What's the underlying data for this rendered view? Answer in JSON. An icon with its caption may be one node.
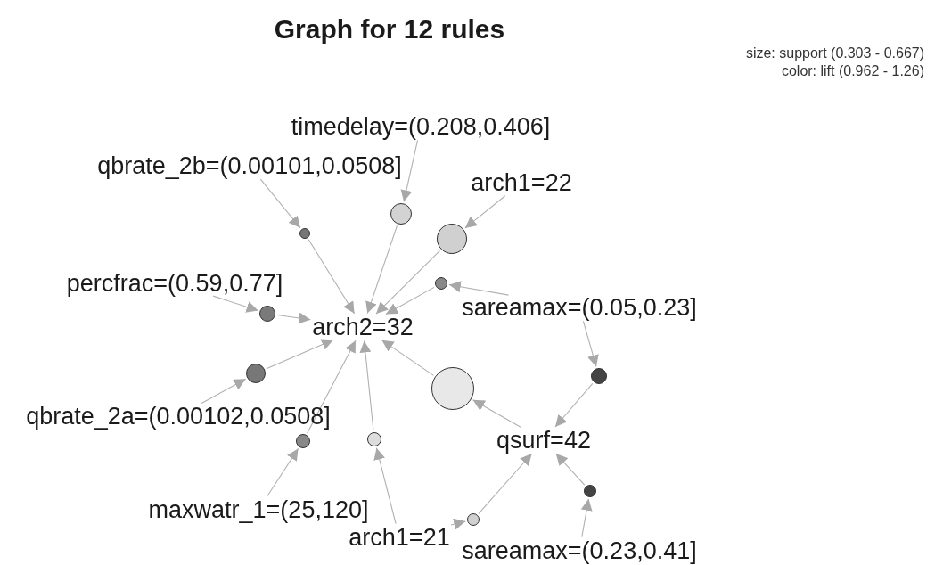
{
  "diagram": {
    "title": "Graph for 12 rules",
    "nodes": [
      {
        "text": [
          "timedelay=(0.208,0.406]"
        ]
      },
      {
        "text": [
          "qbrate_2b=(0.00101,0.0508]"
        ]
      },
      {
        "text": [
          "arch1=22"
        ]
      },
      {
        "text": [
          "percfrac=(0.59,0.77]"
        ]
      },
      {
        "text": [
          "sareamax=(0.05,0.23]"
        ]
      },
      {
        "text": [
          "arch2=32"
        ]
      },
      {
        "text": [
          "qbrate_2a=(0.00102,0.0508]"
        ]
      },
      {
        "text": [
          "qsurf=42"
        ]
      },
      {
        "text": [
          "maxwatr_1=(25,120]"
        ]
      },
      {
        "text": [
          "arch1=21"
        ]
      },
      {
        "text": [
          "sareamax=(0.23,0.41]"
        ]
      },
      {
        "text": [],
        "shape": "circle"
      },
      {
        "text": [],
        "shape": "circle"
      },
      {
        "text": [],
        "shape": "circle"
      },
      {
        "text": [],
        "shape": "circle"
      },
      {
        "text": [],
        "shape": "circle"
      },
      {
        "text": [],
        "shape": "circle"
      },
      {
        "text": [],
        "shape": "circle"
      },
      {
        "text": [],
        "shape": "circle"
      },
      {
        "text": [],
        "shape": "circle"
      },
      {
        "text": [],
        "shape": "circle"
      },
      {
        "text": [],
        "shape": "circle"
      },
      {
        "text": [],
        "shape": "circle"
      }
    ],
    "edges": [
      {
        "from": 0,
        "to": 11,
        "arrow": "to"
      },
      {
        "from": 11,
        "to": 5,
        "arrow": "to"
      },
      {
        "from": 1,
        "to": 12,
        "arrow": "to"
      },
      {
        "from": 12,
        "to": 5,
        "arrow": "to"
      },
      {
        "from": 2,
        "to": 13,
        "arrow": "to"
      },
      {
        "from": 13,
        "to": 5,
        "arrow": "to"
      },
      {
        "from": 3,
        "to": 14,
        "arrow": "to"
      },
      {
        "from": 14,
        "to": 5,
        "arrow": "to"
      },
      {
        "from": 4,
        "to": 15,
        "arrow": "to"
      },
      {
        "from": 15,
        "to": 5,
        "arrow": "to"
      },
      {
        "from": 6,
        "to": 16,
        "arrow": "to"
      },
      {
        "from": 16,
        "to": 5,
        "arrow": "to"
      },
      {
        "from": 4,
        "to": 17,
        "arrow": "to"
      },
      {
        "from": 17,
        "to": 7,
        "arrow": "to"
      },
      {
        "from": 7,
        "to": 18,
        "arrow": "to"
      },
      {
        "from": 18,
        "to": 5,
        "arrow": "to"
      },
      {
        "from": 8,
        "to": 19,
        "arrow": "to"
      },
      {
        "from": 19,
        "to": 5,
        "arrow": "to"
      },
      {
        "from": 9,
        "to": 20,
        "arrow": "to"
      },
      {
        "from": 20,
        "to": 5,
        "arrow": "to"
      },
      {
        "from": 10,
        "to": 21,
        "arrow": "to"
      },
      {
        "from": 21,
        "to": 7,
        "arrow": "to"
      },
      {
        "from": 9,
        "to": 22,
        "arrow": "to"
      },
      {
        "from": 22,
        "to": 7,
        "arrow": "to"
      }
    ],
    "labels": [
      "size: support (0.303 - 0.667)",
      "color: lift (0.962 - 1.26)"
    ]
  }
}
